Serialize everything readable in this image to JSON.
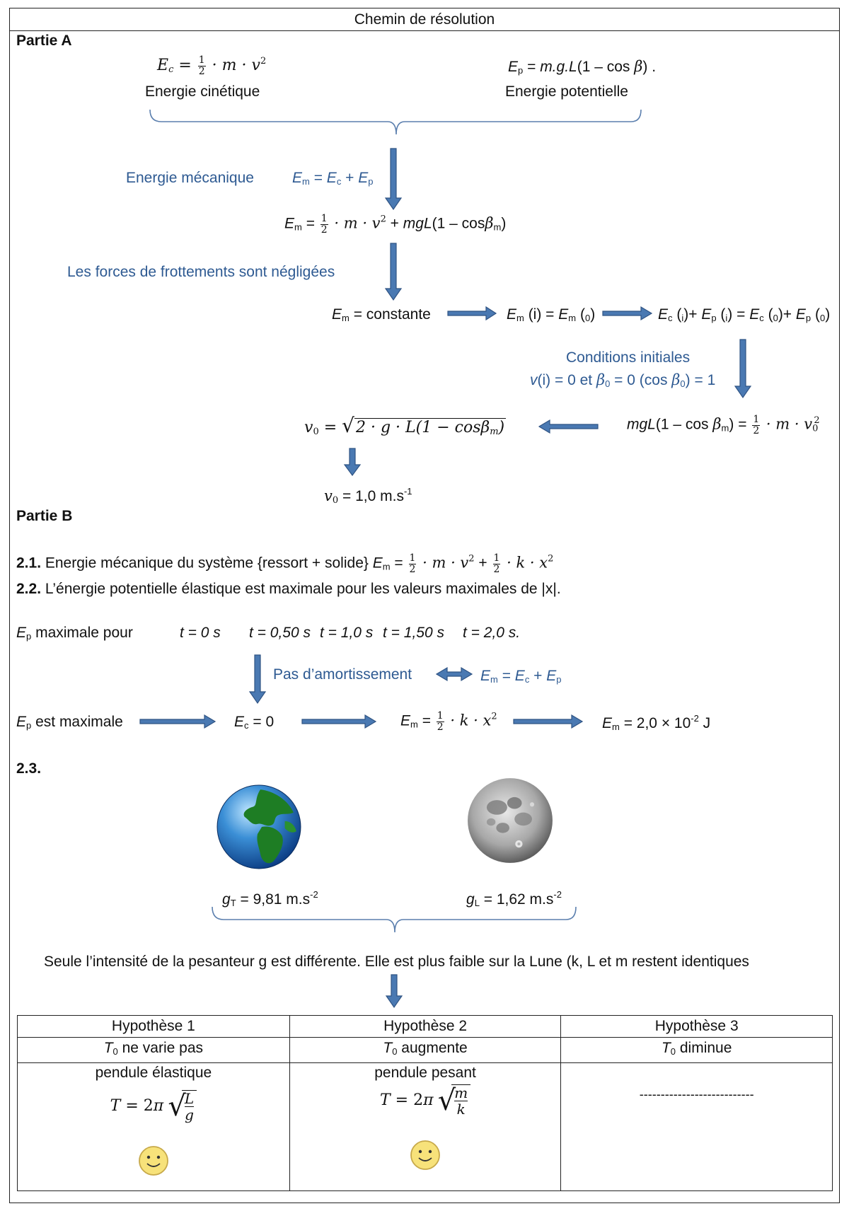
{
  "header": {
    "title": "Chemin de résolution"
  },
  "partA": {
    "heading": "Partie A",
    "ec_label": "Energie cinétique",
    "ep_label": "Energie potentielle",
    "mech_label": "Energie mécanique",
    "mech_formula": "Em = Ec + Ep",
    "frictions": "Les forces de frottements sont négligées",
    "em_const": "Em = constante",
    "em_i_eq": "Em (i) = Em (0)",
    "energy_eq": "Ec (i)+ Ep (i) = Ec (0)+ Ep (0)",
    "init_title": "Conditions initiales",
    "init_detail": "v(i) = 0 et β0 = 0 (cos β0) = 1",
    "v0_result": "v0 = 1,0 m.s-1"
  },
  "partB": {
    "heading": "Partie B",
    "q21_num": "2.1.",
    "q21_text": "Energie mécanique du système {ressort + solide}",
    "q22_num": "2.2.",
    "q22_text": "L’énergie potentielle élastique est maximale pour les valeurs maximales de |x|.",
    "ep_max_pour": "maximale pour",
    "times": [
      "t = 0 s",
      "t = 0,50 s",
      "t = 1,0 s",
      "t = 1,50 s",
      "t = 2,0 s."
    ],
    "no_damping": "Pas d’amortissement",
    "ep_est_max": "est maximale",
    "ec_zero": "= 0",
    "em_value": "Em = 2,0 × 10-2 J",
    "q23_num": "2.3.",
    "g_earth": "gT = 9,81 m.s-2",
    "g_moon": "gL = 1,62 m.s-2",
    "conclusion": "Seule l’intensité de la pesanteur g est différente. Elle est plus faible sur la Lune (k, L et m restent identiques"
  },
  "hypotheses": [
    {
      "title": "Hypothèse 1",
      "claim": "T0 ne varie pas",
      "pendulum": "pendule élastique",
      "formula": "T = 2π √(L/g)",
      "icon": "smiley-icon"
    },
    {
      "title": "Hypothèse 2",
      "claim": "T0 augmente",
      "pendulum": "pendule pesant",
      "formula": "T = 2π √(m/k)",
      "icon": "smiley-icon"
    },
    {
      "title": "Hypothèse 3",
      "claim": "T0 diminue",
      "pendulum": "",
      "formula": "---------------------------",
      "icon": ""
    }
  ],
  "colors": {
    "accent_blue": "#2e5a92",
    "arrow_fill": "#4a79b2",
    "arrow_stroke": "#2f5383",
    "smiley": "#f7e27a"
  }
}
